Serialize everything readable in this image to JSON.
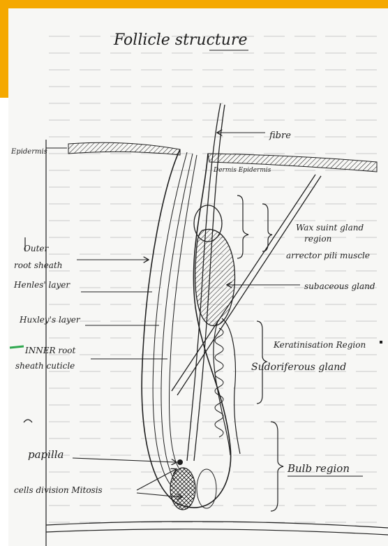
{
  "title": "Follicle structure",
  "colors": {
    "accent": "#f5a800",
    "paper": "#f7f7f5",
    "ruling": "#c9c9c9",
    "ink": "#1e1e1e",
    "green_mark": "#2fa84f"
  },
  "labels": {
    "fibre": "fibre",
    "epidermis": "Epidermis",
    "dermis": "Dermis Epidermis",
    "wax_gland": "Wax suint gland",
    "wax_gland_region": "region",
    "arrector": "arrector pili muscle",
    "subaceous": "subaceous gland",
    "outer_root_1": "Outer",
    "outer_root_2": "root sheath",
    "henles": "Henles' layer",
    "huxleys": "Huxley's layer",
    "inner_root_1": "INNER root",
    "inner_root_2": "sheath cuticle",
    "keratinisation": "Keratinisation Region",
    "sudoriferous": "Sudoriferous gland",
    "papilla": "papilla",
    "cells_division": "cells division Mitosis",
    "bulb": "Bulb region"
  }
}
